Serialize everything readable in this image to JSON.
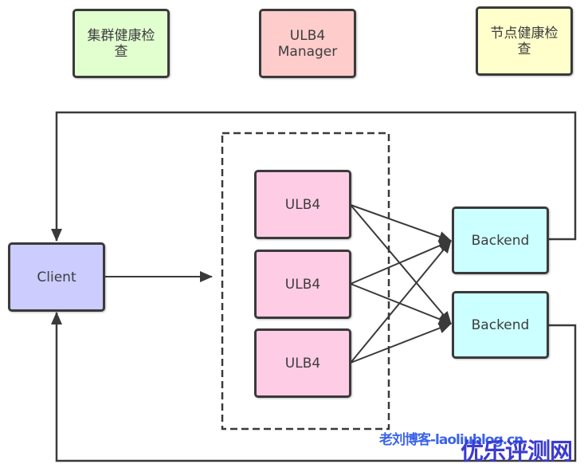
{
  "diagram": {
    "title": "ULB4 architecture",
    "colors": {
      "cluster_health": "#e2ffd0",
      "manager": "#ffcccc",
      "node_health": "#ffffcc",
      "client": "#ccccff",
      "ulb4": "#ffcce6",
      "backend": "#ccffff",
      "stroke": "#3a3a3a",
      "watermark_small": "#3a64e8",
      "watermark_large": "#3b3bd0"
    },
    "nodes": {
      "cluster_health": {
        "label": "集群健康检查"
      },
      "manager": {
        "label_line1": "ULB4",
        "label_line2": "Manager"
      },
      "node_health": {
        "label": "节点健康检查"
      },
      "client": {
        "label": "Client"
      },
      "ulb4_1": {
        "label": "ULB4"
      },
      "ulb4_2": {
        "label": "ULB4"
      },
      "ulb4_3": {
        "label": "ULB4"
      },
      "backend_1": {
        "label": "Backend"
      },
      "backend_2": {
        "label": "Backend"
      }
    },
    "edges": [
      {
        "from": "client",
        "to": "ulb4-group",
        "style": "arrow"
      },
      {
        "from": "ulb4_1",
        "to": "backend_1",
        "style": "arrow"
      },
      {
        "from": "ulb4_1",
        "to": "backend_2",
        "style": "arrow"
      },
      {
        "from": "ulb4_2",
        "to": "backend_1",
        "style": "arrow"
      },
      {
        "from": "ulb4_2",
        "to": "backend_2",
        "style": "arrow"
      },
      {
        "from": "ulb4_3",
        "to": "backend_1",
        "style": "arrow"
      },
      {
        "from": "ulb4_3",
        "to": "backend_2",
        "style": "arrow"
      },
      {
        "from": "backend_1",
        "to": "client",
        "style": "return-arrow-top"
      },
      {
        "from": "backend_2",
        "to": "client",
        "style": "return-arrow-bottom"
      }
    ],
    "group": {
      "name": "ulb4-group",
      "border": "dashed"
    }
  },
  "watermark": {
    "small": "老刘博客-laoliublog.cn",
    "large": "优乐评测网"
  }
}
